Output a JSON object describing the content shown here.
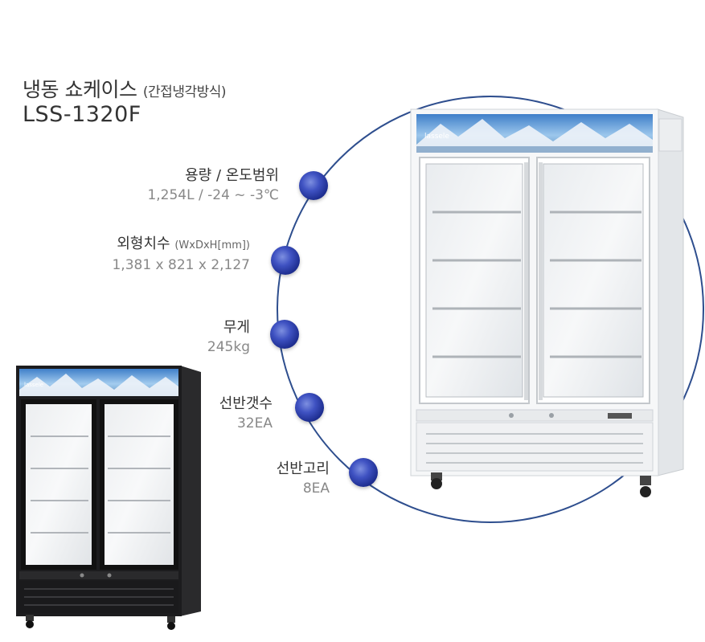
{
  "product": {
    "title": "냉동 쇼케이스",
    "title_note": "(간접냉각방식)",
    "model": "LSS-1320F"
  },
  "specs": [
    {
      "label": "용량 / 온도범위",
      "label_note": "",
      "value": "1,254L / -24 ~ -3℃"
    },
    {
      "label": "외형치수",
      "label_note": "(WxDxH[mm])",
      "value": "1,381 x 821 x 2,127"
    },
    {
      "label": "무게",
      "label_note": "",
      "value": "245kg"
    },
    {
      "label": "선반갯수",
      "label_note": "",
      "value": "32EA"
    },
    {
      "label": "선반고리",
      "label_note": "",
      "value": "8EA"
    }
  ],
  "colors": {
    "arc": "#2e4e8e",
    "dot": "#2c3aa8",
    "fridge_white": "#f4f5f6",
    "fridge_black": "#1c1c1e"
  }
}
